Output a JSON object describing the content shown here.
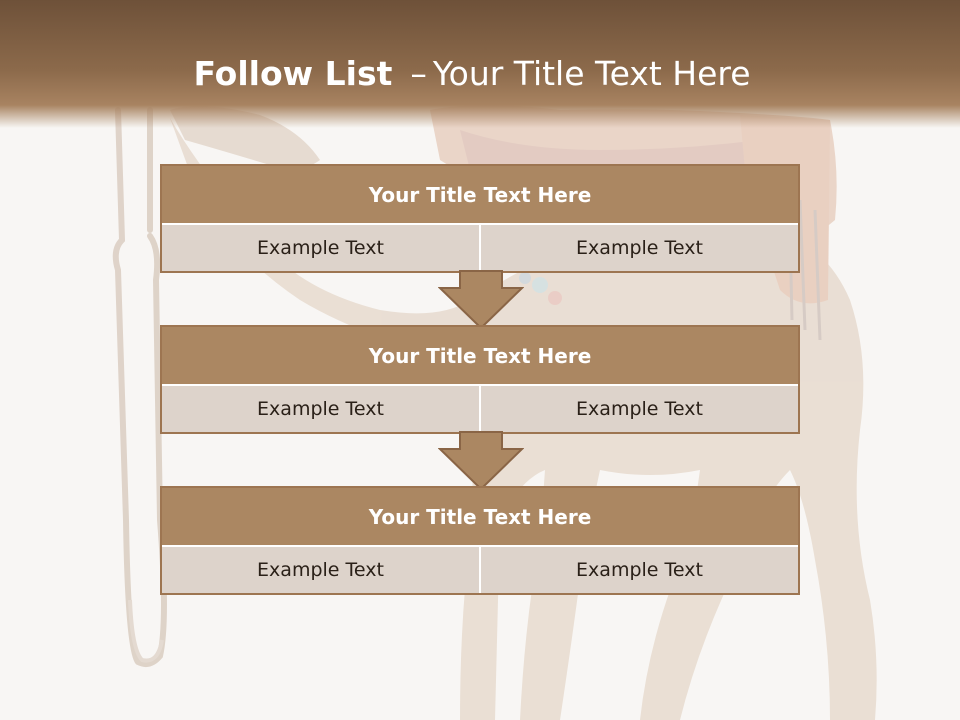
{
  "slide": {
    "title_bold": "Follow List",
    "title_separator": "–",
    "title_rest": "Your Title Text Here"
  },
  "blocks": [
    {
      "title": "Your Title Text Here",
      "cells": [
        "Example Text",
        "Example Text"
      ]
    },
    {
      "title": "Your Title Text Here",
      "cells": [
        "Example Text",
        "Example Text"
      ]
    },
    {
      "title": "Your Title Text Here",
      "cells": [
        "Example Text",
        "Example Text"
      ]
    }
  ],
  "colors": {
    "header": "#8c6a4b",
    "block_title": "#ab8762",
    "block_body": "#ddd3cb",
    "arrow": "#ab8762"
  }
}
